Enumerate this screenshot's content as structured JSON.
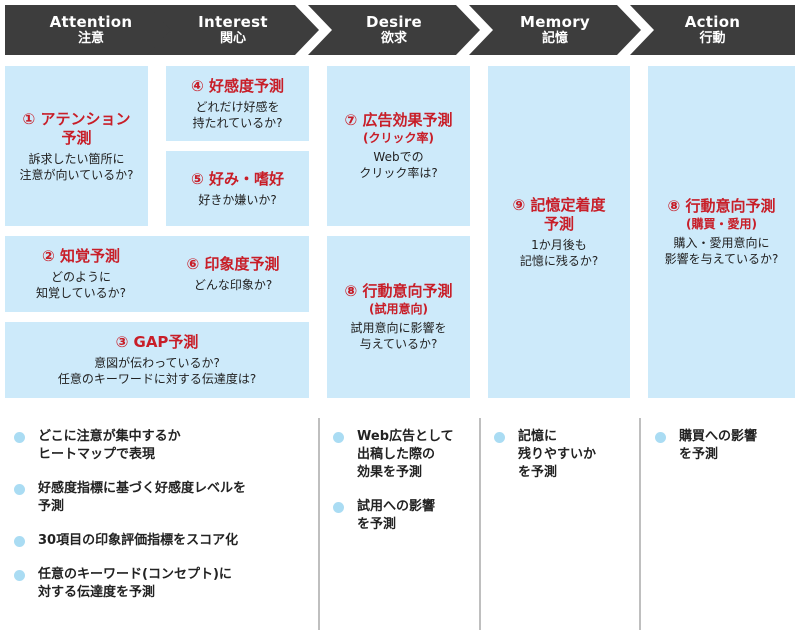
{
  "stages": [
    {
      "en": "Attention",
      "jp": "注意"
    },
    {
      "en": "Interest",
      "jp": "関心"
    },
    {
      "en": "Desire",
      "jp": "欲求"
    },
    {
      "en": "Memory",
      "jp": "記憶"
    },
    {
      "en": "Action",
      "jp": "行動"
    }
  ],
  "boxes": {
    "attention_pred": {
      "title": "① アテンション",
      "title2": "予測",
      "desc": "訴求したい箇所に\n注意が向いているか?"
    },
    "favorability": {
      "title": "④ 好感度予測",
      "desc": "どれだけ好感を\n持たれているか?"
    },
    "preference": {
      "title": "⑤ 好み・嗜好",
      "desc": "好きか嫌いか?"
    },
    "perception": {
      "title": "② 知覚予測",
      "desc": "どのように\n知覚しているか?"
    },
    "impression": {
      "title": "⑥ 印象度予測",
      "desc": "どんな印象か?"
    },
    "gap": {
      "title": "③ GAP予測",
      "desc": "意図が伝わっているか?\n任意のキーワードに対する伝達度は?"
    },
    "ad_effect": {
      "title": "⑦ 広告効果予測",
      "sub": "(クリック率)",
      "desc": "Webでの\nクリック率は?"
    },
    "intent_trial": {
      "title": "⑧ 行動意向予測",
      "sub": "(試用意向)",
      "desc": "試用意向に影響を\n与えているか?"
    },
    "memory_fix": {
      "title": "⑨ 記憶定着度",
      "title2": "予測",
      "desc": "1か月後も\n記憶に残るか?"
    },
    "intent_purchase": {
      "title": "⑧ 行動意向予測",
      "sub": "(購買・愛用)",
      "desc": "購入・愛用意向に\n影響を与えているか?"
    }
  },
  "bullets": {
    "col1": [
      "どこに注意が集中するか\nヒートマップで表現",
      "好感度指標に基づく好感度レベルを\n予測",
      "30項目の印象評価指標をスコア化",
      "任意のキーワード(コンセプト)に\n対する伝達度を予測"
    ],
    "col2": [
      "Web広告として\n出稿した際の\n効果を予測",
      "試用への影響\nを予測"
    ],
    "col3": [
      "記憶に\n残りやすいか\nを予測"
    ],
    "col4": [
      "購買への影響\nを予測"
    ]
  },
  "colors": {
    "header_bg": "#3d3d3d",
    "box_bg": "#cdeafa",
    "title_red": "#c81e28",
    "bullet": "#aadcf3",
    "separator": "#bfbfbf"
  }
}
